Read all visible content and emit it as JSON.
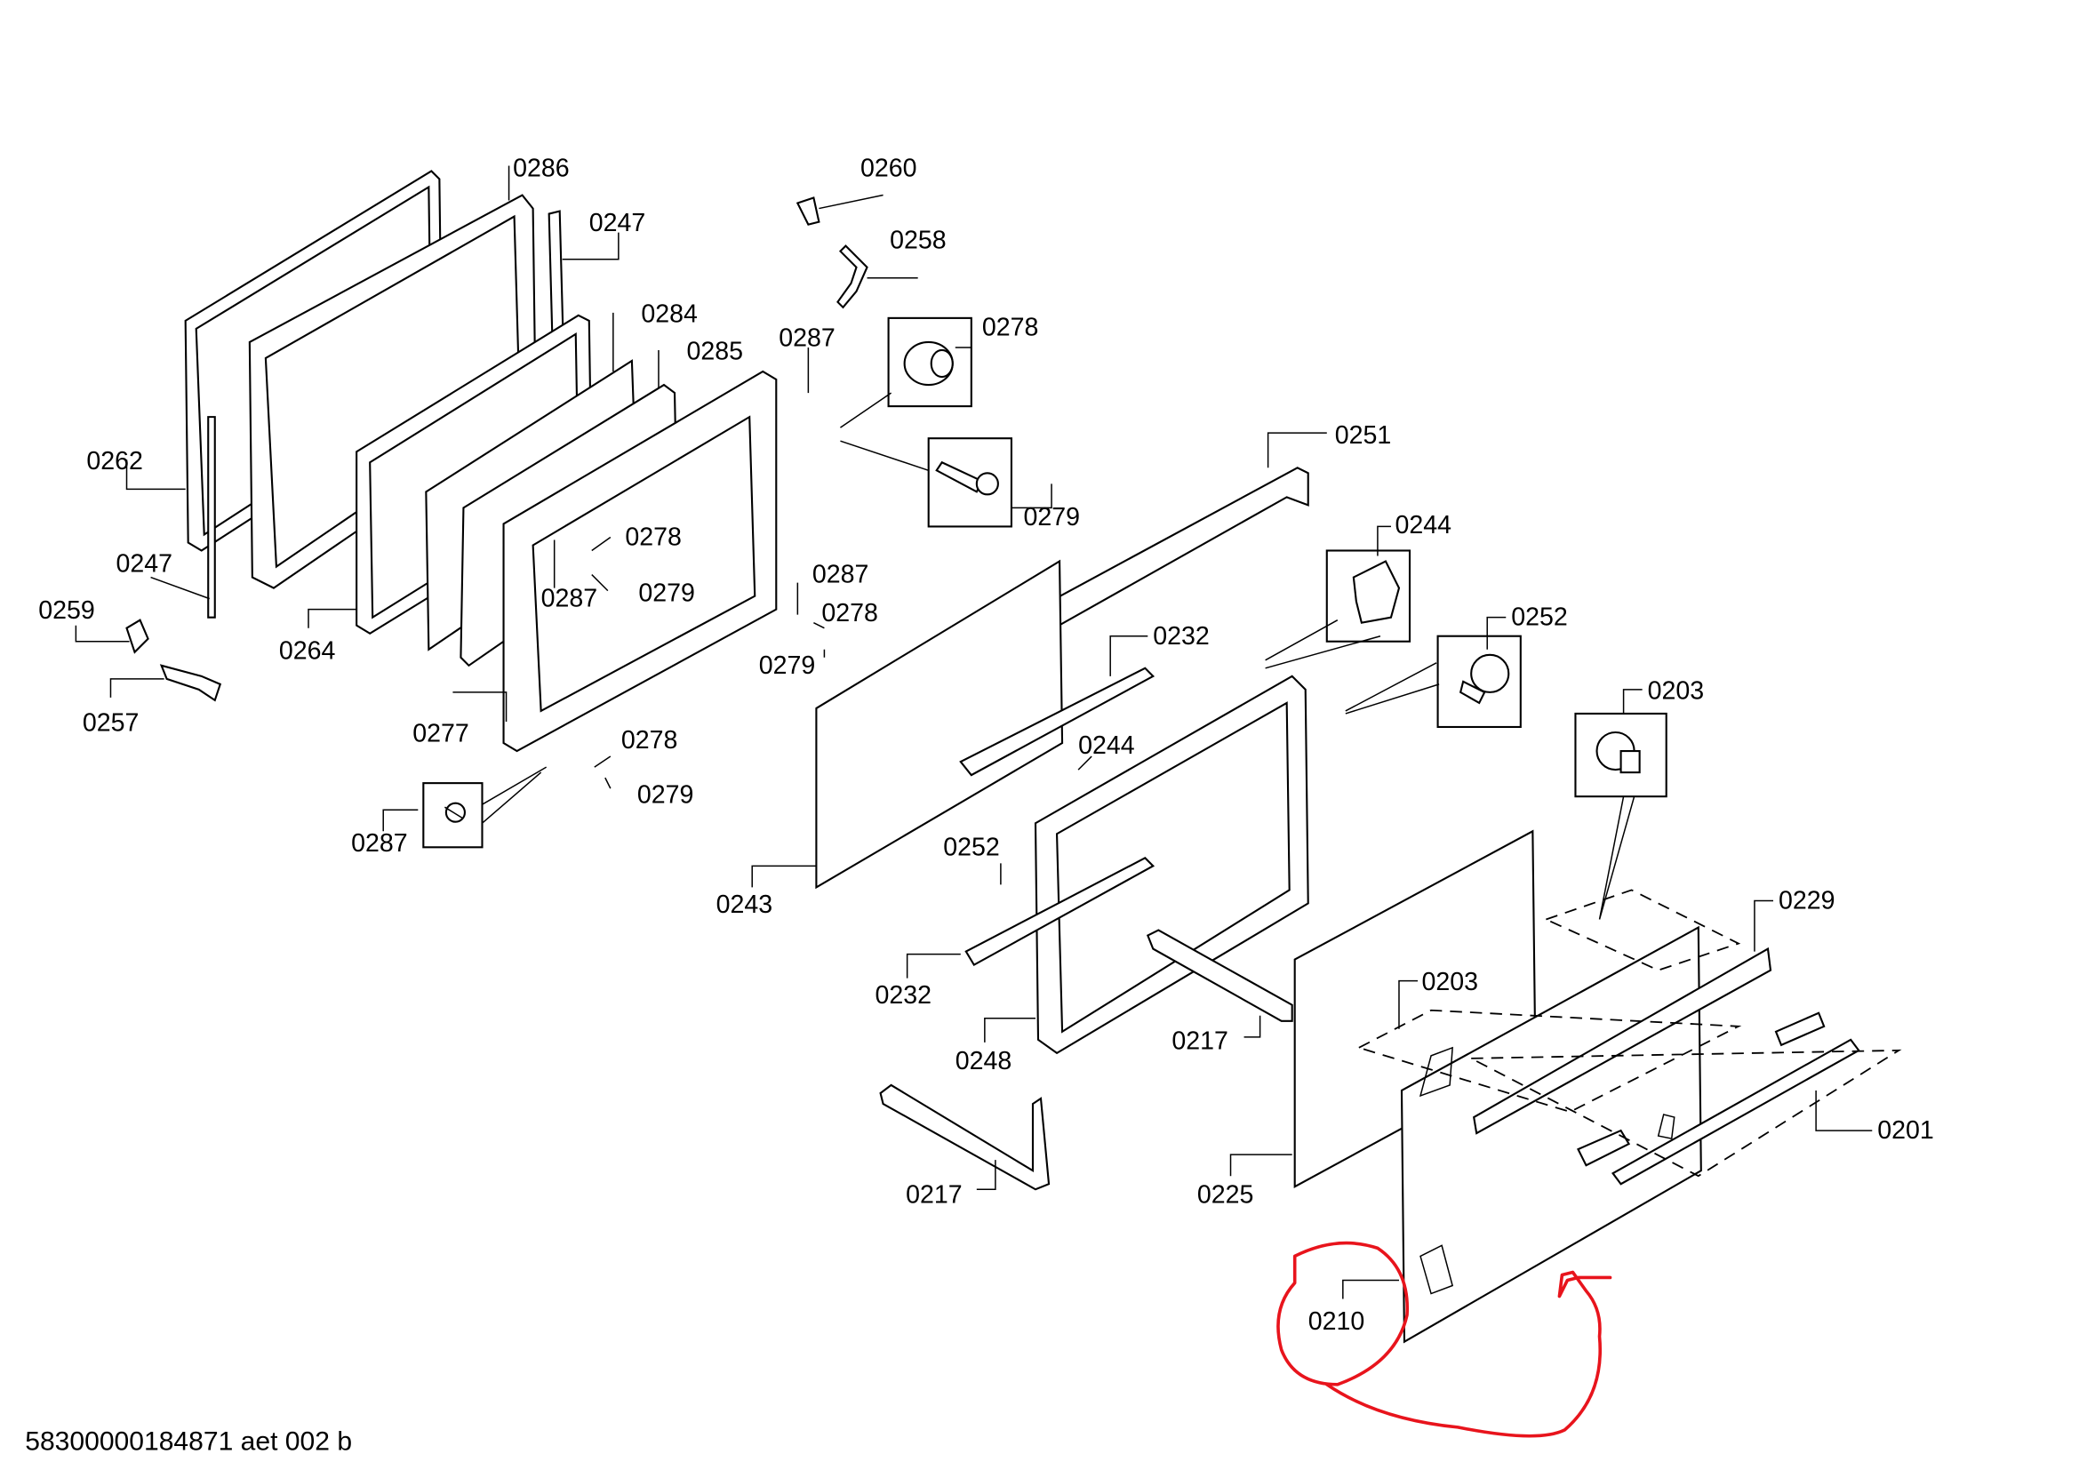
{
  "diagram": {
    "labels": [
      "0286",
      "0247",
      "0284",
      "0285",
      "0262",
      "0247",
      "0259",
      "0257",
      "0264",
      "0277",
      "0278",
      "0287",
      "0279",
      "0287",
      "0278",
      "0279",
      "0260",
      "0258",
      "0287",
      "0278",
      "0279",
      "0287",
      "0278",
      "0279",
      "0243",
      "0251",
      "0244",
      "0252",
      "0232",
      "0244",
      "0252",
      "0232",
      "0248",
      "0217",
      "0217",
      "0203",
      "0229",
      "0203",
      "0201",
      "0225",
      "0210"
    ],
    "highlight_color": "#e8141c",
    "highlighted_part": "0210"
  },
  "footer": {
    "drawing_id": "58300000184871 aet 002 b"
  }
}
